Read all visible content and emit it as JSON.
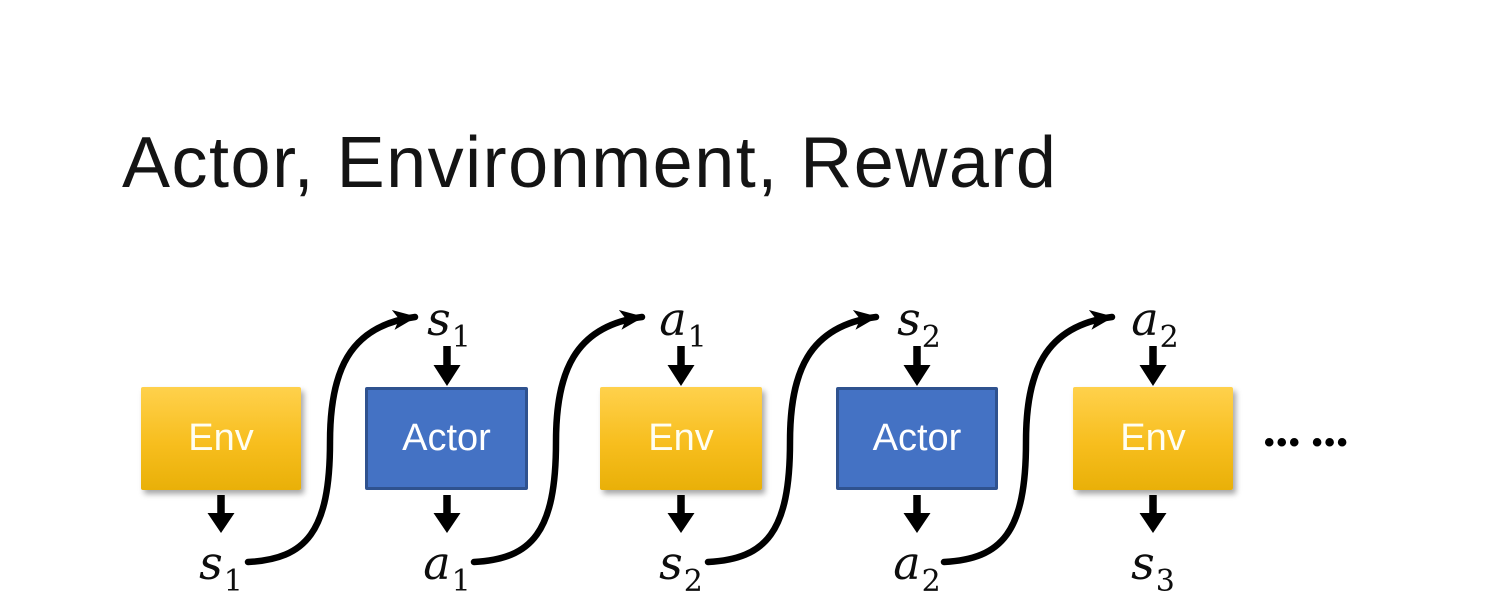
{
  "slide": {
    "title": "Actor, Environment, Reward",
    "ellipsis": "••• •••"
  },
  "nodes": [
    {
      "label": "Env",
      "type": "env"
    },
    {
      "label": "Actor",
      "type": "actor"
    },
    {
      "label": "Env",
      "type": "env"
    },
    {
      "label": "Actor",
      "type": "actor"
    },
    {
      "label": "Env",
      "type": "env"
    }
  ],
  "top_labels": [
    {
      "base": "s",
      "sub": "1"
    },
    {
      "base": "a",
      "sub": "1"
    },
    {
      "base": "s",
      "sub": "2"
    },
    {
      "base": "a",
      "sub": "2"
    }
  ],
  "bottom_labels": [
    {
      "base": "s",
      "sub": "1"
    },
    {
      "base": "a",
      "sub": "1"
    },
    {
      "base": "s",
      "sub": "2"
    },
    {
      "base": "a",
      "sub": "2"
    },
    {
      "base": "s",
      "sub": "3"
    }
  ],
  "colors": {
    "env_gradient_top": "#FFD14C",
    "env_gradient_bottom": "#E9B008",
    "actor_fill": "#4472C4",
    "actor_border": "#2F528F",
    "arrow": "#000000",
    "title_text": "#141414",
    "box_text": "#FFFFFF"
  }
}
